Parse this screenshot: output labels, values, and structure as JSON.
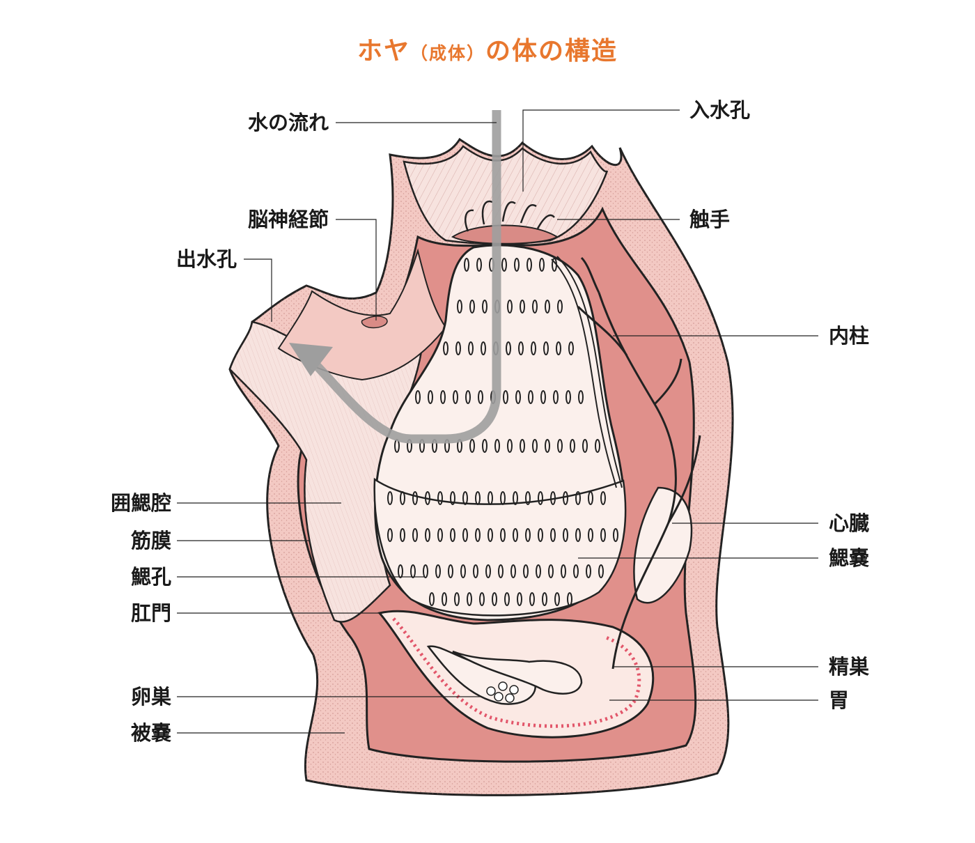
{
  "title": {
    "main": "ホヤ",
    "sub": "（成体）",
    "rest": "の体の構造"
  },
  "colors": {
    "title": "#e8772e",
    "tunic": "#f3c9c3",
    "tunic_dark": "#d98b86",
    "cavity": "#e0908b",
    "inner": "#f7e3df",
    "pharynx": "#fbf0ec",
    "stomach": "#fbe9e4",
    "stomach_rim": "#e2566a",
    "flow": "#9e9e9e",
    "line": "#222222"
  },
  "labels": {
    "water_flow": "水の流れ",
    "inflow_siphon": "入水孔",
    "cerebral_ganglion": "脳神経節",
    "tentacles": "触手",
    "outflow_siphon": "出水孔",
    "endostyle": "内柱",
    "atrium": "囲鰓腔",
    "muscle_layer": "筋膜",
    "gill_slit": "鰓孔",
    "anus": "肛門",
    "heart": "心臓",
    "branchial_sac": "鰓嚢",
    "testis": "精巣",
    "ovary": "卵巣",
    "stomach": "胃",
    "tunic": "被嚢"
  }
}
